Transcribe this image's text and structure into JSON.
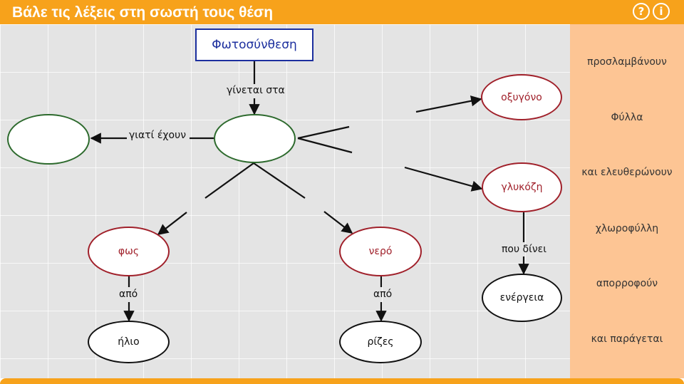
{
  "header": {
    "title": "Βάλε τις λέξεις στη σωστή τους θέση",
    "help_icon": "?",
    "info_icon": "i"
  },
  "map": {
    "root": "Φωτοσύνθεση",
    "links": {
      "happens_in": "γίνεται στα",
      "because_have": "γιατί έχουν",
      "gives": "που δίνει",
      "from_1": "από",
      "from_2": "από"
    },
    "nodes": {
      "oxygen": "οξυγόνο",
      "glucose": "γλυκόζη",
      "light": "φως",
      "water": "νερό",
      "sun": "ήλιο",
      "roots": "ρίζες",
      "energy": "ενέργεια"
    }
  },
  "word_bank": [
    "προσλαμβάνουν",
    "Φύλλα",
    "και ελευθερώνουν",
    "χλωροφύλλη",
    "απορροφούν",
    "και παράγεται"
  ],
  "colors": {
    "header_bg": "#f7a21b",
    "word_bank_bg": "#fdc594",
    "canvas_bg": "#e4e4e4",
    "root_border": "#1c2f9e",
    "blank_border": "#2d6a2d",
    "product_border": "#a0202a"
  }
}
